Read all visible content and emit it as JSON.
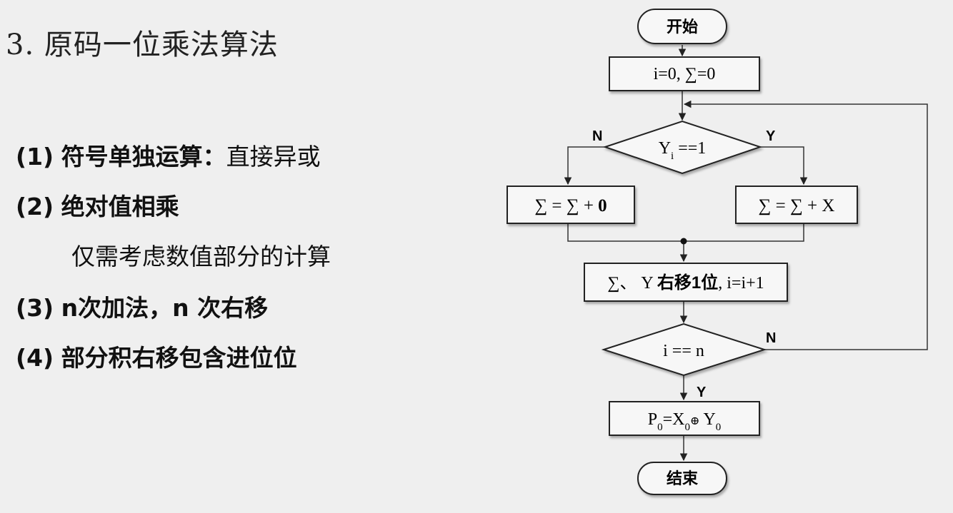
{
  "slide": {
    "title": "3. 原码一位乘法算法",
    "items": [
      {
        "num": "(1)",
        "bold": "符号单独运算：",
        "rest": "直接异或"
      },
      {
        "num": "(2)",
        "bold": "绝对值相乘",
        "rest": ""
      },
      {
        "sub": "仅需考虑数值部分的计算"
      },
      {
        "num": "(3)",
        "bold": "n次加法，n 次右移",
        "rest": ""
      },
      {
        "num": "(4)",
        "bold": "部分积右移包含进位位",
        "rest": ""
      }
    ]
  },
  "flowchart": {
    "start": "开始",
    "end": "结束",
    "init": "i=0, ∑=0",
    "cond1": {
      "main": "Y",
      "sub": "i",
      "rest": " ==1"
    },
    "no_branch": {
      "left": "∑ = ∑ + ",
      "bold": "0"
    },
    "yes_branch": "∑ = ∑ + X",
    "shift": {
      "left": "∑、 Y ",
      "bold": "右移1位",
      "right": ", i=i+1"
    },
    "cond2": "i == n",
    "sign": {
      "p": "P",
      "p0": "0",
      "eq": "=X",
      "x0": "0",
      "xor": "⊕",
      "y": "  Y",
      "y0": "0"
    },
    "labels": {
      "n1": "N",
      "y1": "Y",
      "n2": "N",
      "y2": "Y"
    }
  }
}
